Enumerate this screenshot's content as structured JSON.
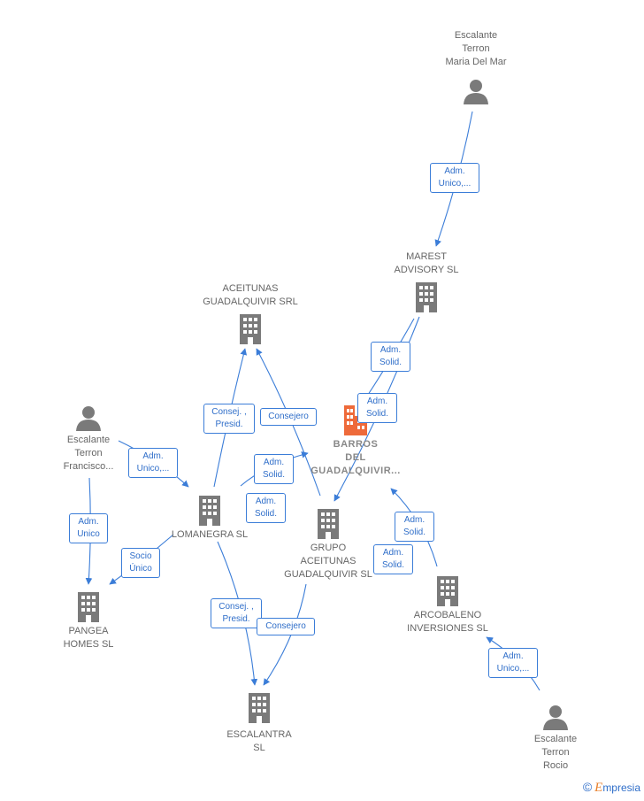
{
  "nodes": {
    "escalante_maria": "Escalante\nTerron\nMaria Del Mar",
    "marest": "MAREST\nADVISORY SL",
    "aceitunas_guad": "ACEITUNAS\nGUADALQUIVIR SRL",
    "barros": "BARROS\nDEL\nGUADALQUIVIR...",
    "escalante_francisco": "Escalante\nTerron\nFrancisco...",
    "lomanegra": "LOMANEGRA SL",
    "grupo_aceitunas": "GRUPO\nACEITUNAS\nGUADALQUIVIR SL",
    "pangea": "PANGEA\nHOMES SL",
    "arcobaleno": "ARCOBALENO\nINVERSIONES SL",
    "escalantra": "ESCALANTRA\nSL",
    "escalante_rocio": "Escalante\nTerron\nRocio"
  },
  "edges": {
    "maria_marest": "Adm.\nUnico,...",
    "marest_barros_1": "Adm.\nSolid.",
    "marest_barros_2": "Adm.\nSolid.",
    "lomanegra_aceitunas": "Consej. ,\nPresid.",
    "grupo_aceitunas": "Consejero",
    "francisco_lomanegra": "Adm.\nUnico,...",
    "lomanegra_grupo_1": "Adm.\nSolid.",
    "lomanegra_grupo_2": "Adm.\nSolid.",
    "francisco_pangea": "Adm.\nUnico",
    "lomanegra_pangea": "Socio\nÚnico",
    "arcobaleno_barros_1": "Adm.\nSolid.",
    "arcobaleno_barros_2": "Adm.\nSolid.",
    "lomanegra_escalantra": "Consej. ,\nPresid.",
    "grupo_escalantra": "Consejero",
    "rocio_arcobaleno": "Adm.\nUnico,..."
  },
  "colors": {
    "edge": "#3b7dd8",
    "company_icon": "#7a7a7a",
    "focus_icon": "#ee6a3a",
    "person_icon": "#7a7a7a"
  },
  "footer": {
    "copyright": "©",
    "brand_initial": "E",
    "brand_rest": "mpresia"
  }
}
